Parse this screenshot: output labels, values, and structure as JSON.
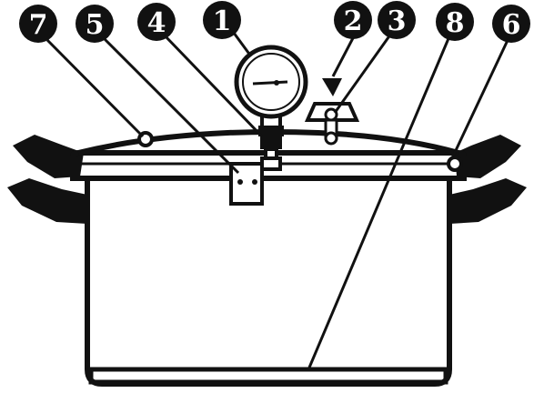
{
  "colors": {
    "ink": "#111111",
    "paper": "#ffffff"
  },
  "callouts": [
    {
      "id": "7",
      "label": "7"
    },
    {
      "id": "5",
      "label": "5"
    },
    {
      "id": "4",
      "label": "4"
    },
    {
      "id": "1",
      "label": "1"
    },
    {
      "id": "2",
      "label": "2"
    },
    {
      "id": "3",
      "label": "3"
    },
    {
      "id": "8",
      "label": "8"
    },
    {
      "id": "6",
      "label": "6"
    }
  ]
}
